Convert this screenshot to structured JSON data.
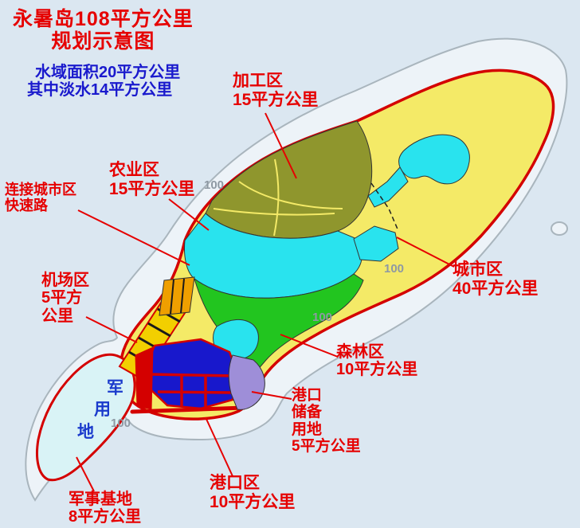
{
  "colors": {
    "sea": "#dbe7f1",
    "reef_flat": "#edf3f8",
    "contour_gray": "#a9b5bd",
    "island_outline": "#d40000",
    "zone_city_yellow": "#f4ea67",
    "zone_processing_olive": "#8f962d",
    "zone_water_cyan": "#29e3ee",
    "zone_forest_green": "#22c51f",
    "zone_port_blue": "#1818cc",
    "zone_port_reserve_purple": "#9e8ed8",
    "zone_military_pale": "#d9f3f6",
    "airport_runway_yellow": "#f2cf00",
    "airport_apron_orange": "#ef9f00",
    "label_red": "#e60000",
    "note_blue": "#1a1acd",
    "military_text_blue": "#1a3acc",
    "depth_gray": "#8e99a3"
  },
  "header": {
    "title_line1": "永暑岛108平方公里",
    "title_line2": "规划示意图",
    "water_line1": "水域面积20平方公里",
    "water_line2": "其中淡水14平方公里"
  },
  "labels": {
    "processing": {
      "name": "加工区",
      "area": "15平方公里"
    },
    "agriculture": {
      "name": "农业区",
      "area": "15平方公里"
    },
    "expressway": {
      "line1": "连接城市区",
      "line2": "快速路"
    },
    "airport": {
      "line1": "机场区",
      "line2": "5平方",
      "line3": "公里"
    },
    "city": {
      "name": "城市区",
      "area": "40平方公里"
    },
    "forest": {
      "name": "森林区",
      "area": "10平方公里"
    },
    "port_reserve": {
      "line1": "港口",
      "line2": "储备",
      "line3": "用地",
      "line4": "5平方公里"
    },
    "port": {
      "name": "港口区",
      "area": "10平方公里"
    },
    "military_base": {
      "name": "军事基地",
      "area": "8平方公里"
    }
  },
  "map_text": {
    "military_area_chars": [
      "军",
      "用",
      "地"
    ],
    "depth_labels": [
      "100",
      "100",
      "100",
      "100"
    ]
  }
}
